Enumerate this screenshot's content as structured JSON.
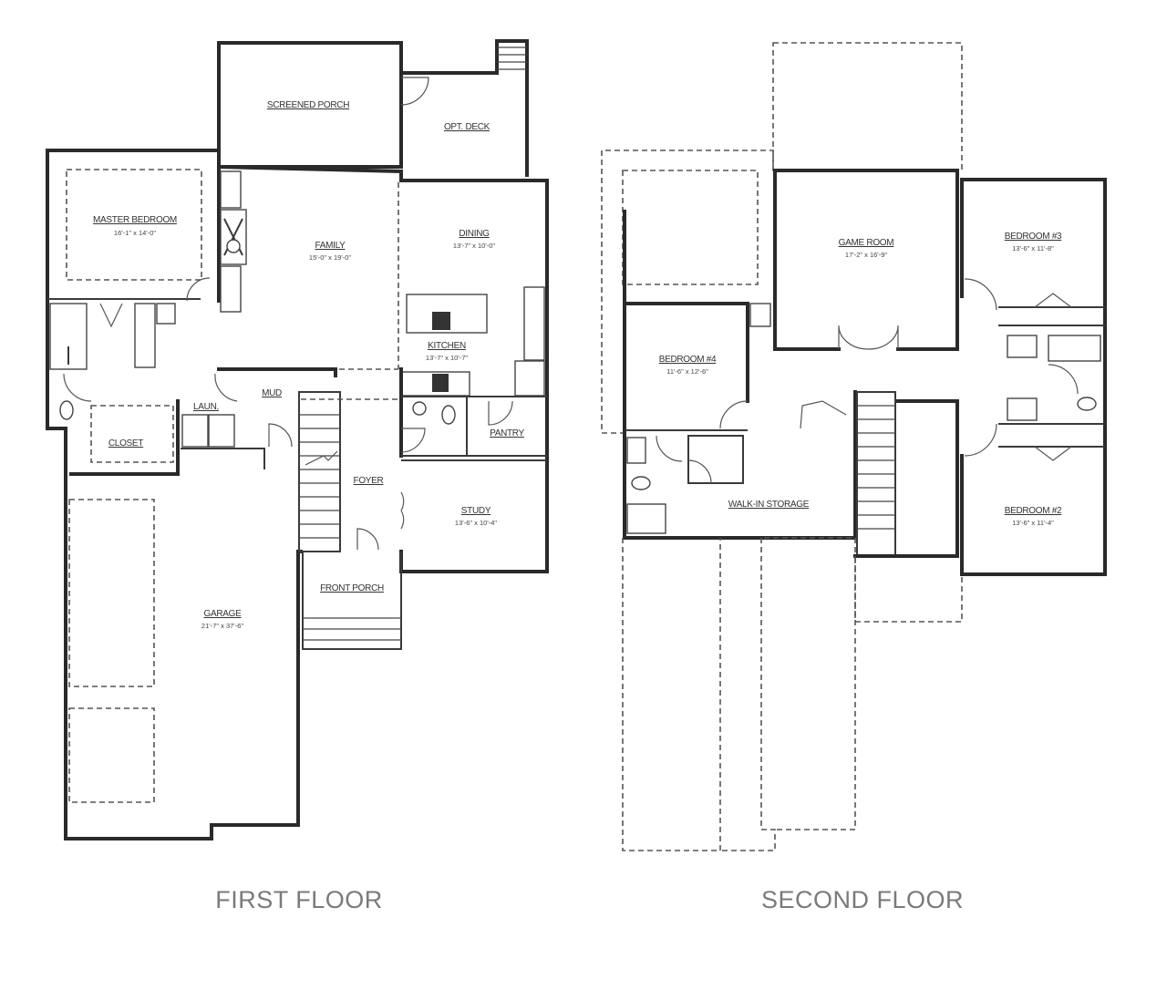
{
  "floors": [
    {
      "title": "FIRST FLOOR",
      "rooms": [
        {
          "name": "SCREENED PORCH",
          "dims": ""
        },
        {
          "name": "OPT. DECK",
          "dims": ""
        },
        {
          "name": "MASTER BEDROOM",
          "dims": "16'-1\" x 14'-0\""
        },
        {
          "name": "FAMILY",
          "dims": "15'-0\" x 19'-0\""
        },
        {
          "name": "DINING",
          "dims": "13'-7\" x 10'-0\""
        },
        {
          "name": "KITCHEN",
          "dims": "13'-7\" x 10'-7\""
        },
        {
          "name": "MUD",
          "dims": ""
        },
        {
          "name": "LAUN.",
          "dims": ""
        },
        {
          "name": "CLOSET",
          "dims": ""
        },
        {
          "name": "PANTRY",
          "dims": ""
        },
        {
          "name": "FOYER",
          "dims": ""
        },
        {
          "name": "STUDY",
          "dims": "13'-6\" x 10'-4\""
        },
        {
          "name": "FRONT PORCH",
          "dims": ""
        },
        {
          "name": "GARAGE",
          "dims": "21'-7\" x 37'-6\""
        }
      ]
    },
    {
      "title": "SECOND FLOOR",
      "rooms": [
        {
          "name": "GAME ROOM",
          "dims": "17'-2\" x 16'-9\""
        },
        {
          "name": "BEDROOM #3",
          "dims": "13'-6\" x 11'-8\""
        },
        {
          "name": "BEDROOM #4",
          "dims": "11'-6\" x 12'-6\""
        },
        {
          "name": "WALK-IN STORAGE",
          "dims": ""
        },
        {
          "name": "BEDROOM #2",
          "dims": "13'-6\" x 11'-4\""
        }
      ]
    }
  ],
  "colors": {
    "wall": "#2a2a2a",
    "label": "#333333",
    "floor_title": "#7a7a7a",
    "background": "#ffffff"
  }
}
